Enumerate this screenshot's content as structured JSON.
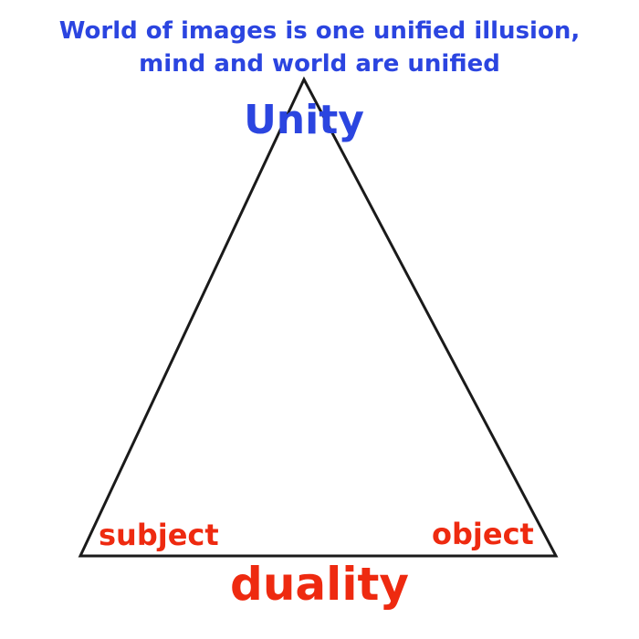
{
  "caption": {
    "line1": "World of images is one unified illusion,",
    "line2": "mind and world are unified"
  },
  "labels": {
    "apex": "Unity",
    "bottom_left": "subject",
    "bottom_right": "object",
    "base": "duality"
  },
  "colors": {
    "blue_text": "#2b45e0",
    "red_text": "#ee2a10",
    "outline": "#1a1a1a",
    "background": "#ffffff"
  }
}
